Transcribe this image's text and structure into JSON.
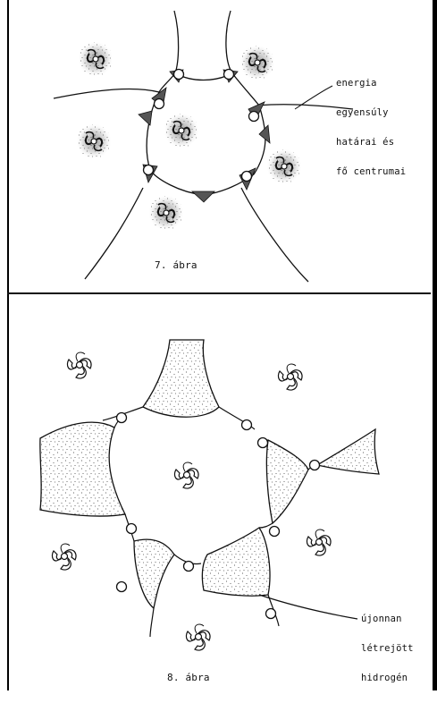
{
  "figure7": {
    "annotation": [
      "energia",
      "egyensúly",
      "határai és",
      "fő centrumai"
    ],
    "caption": "7. ábra"
  },
  "figure8": {
    "annotation": [
      "újonnan",
      "létrejött",
      "hidrogén"
    ],
    "caption": "8. ábra"
  },
  "colors": {
    "ink": "#111111",
    "paper": "#ffffff",
    "stipple": "#333333"
  },
  "icons": [
    "spiral-galaxy-icon",
    "swirl-vortex-icon",
    "hydrogen-node-circle"
  ]
}
